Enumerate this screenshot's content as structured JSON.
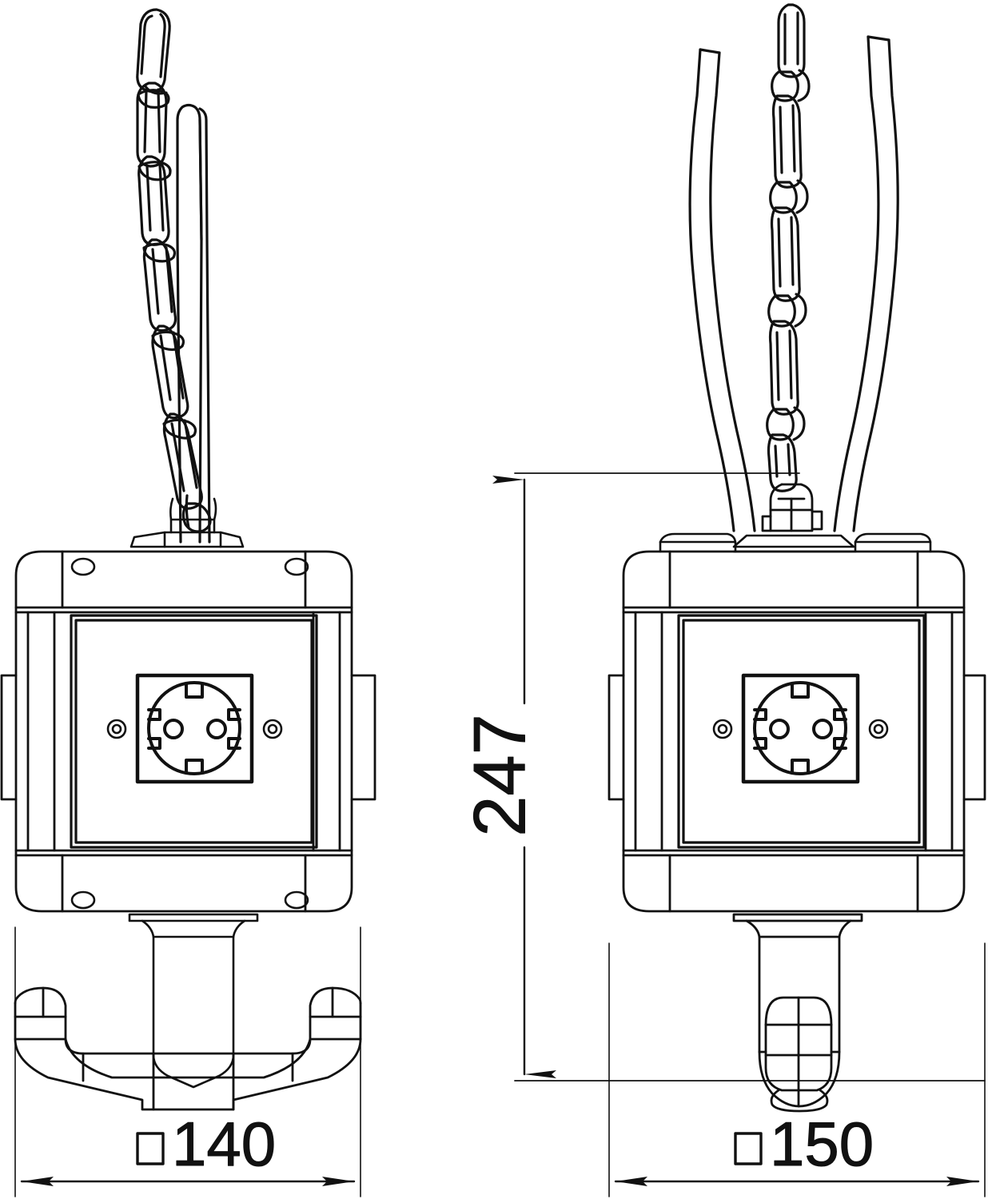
{
  "drawing": {
    "title": "Suspended Schuko socket outlet - dimensioned technical drawing",
    "line_color": "#111111",
    "background_color": "#ffffff",
    "views": [
      {
        "id": "front-view",
        "name": "front-view",
        "description": "Front elevation of pendant socket box with suspension chain and cable",
        "width_dimension": "140"
      },
      {
        "id": "side-view",
        "name": "side-view",
        "description": "Side elevation of pendant socket box with chain between two cables",
        "width_dimension": "150"
      }
    ]
  },
  "dimensions": {
    "height": {
      "label": "247",
      "symbol": "",
      "orientation": "vertical",
      "unit": "mm"
    },
    "front_width": {
      "label": "140",
      "symbol": "□",
      "orientation": "horizontal",
      "unit": "mm"
    },
    "side_width": {
      "label": "150",
      "symbol": "□",
      "orientation": "horizontal",
      "unit": "mm"
    }
  },
  "components": {
    "socket": "schuko-socket-outlet",
    "housing": "square-enclosure",
    "bumper": "rubber-protective-collar",
    "chain": "suspension-chain",
    "shackle": "chain-shackle",
    "cable_gland": "cable-gland",
    "screws": "mounting-screws"
  }
}
